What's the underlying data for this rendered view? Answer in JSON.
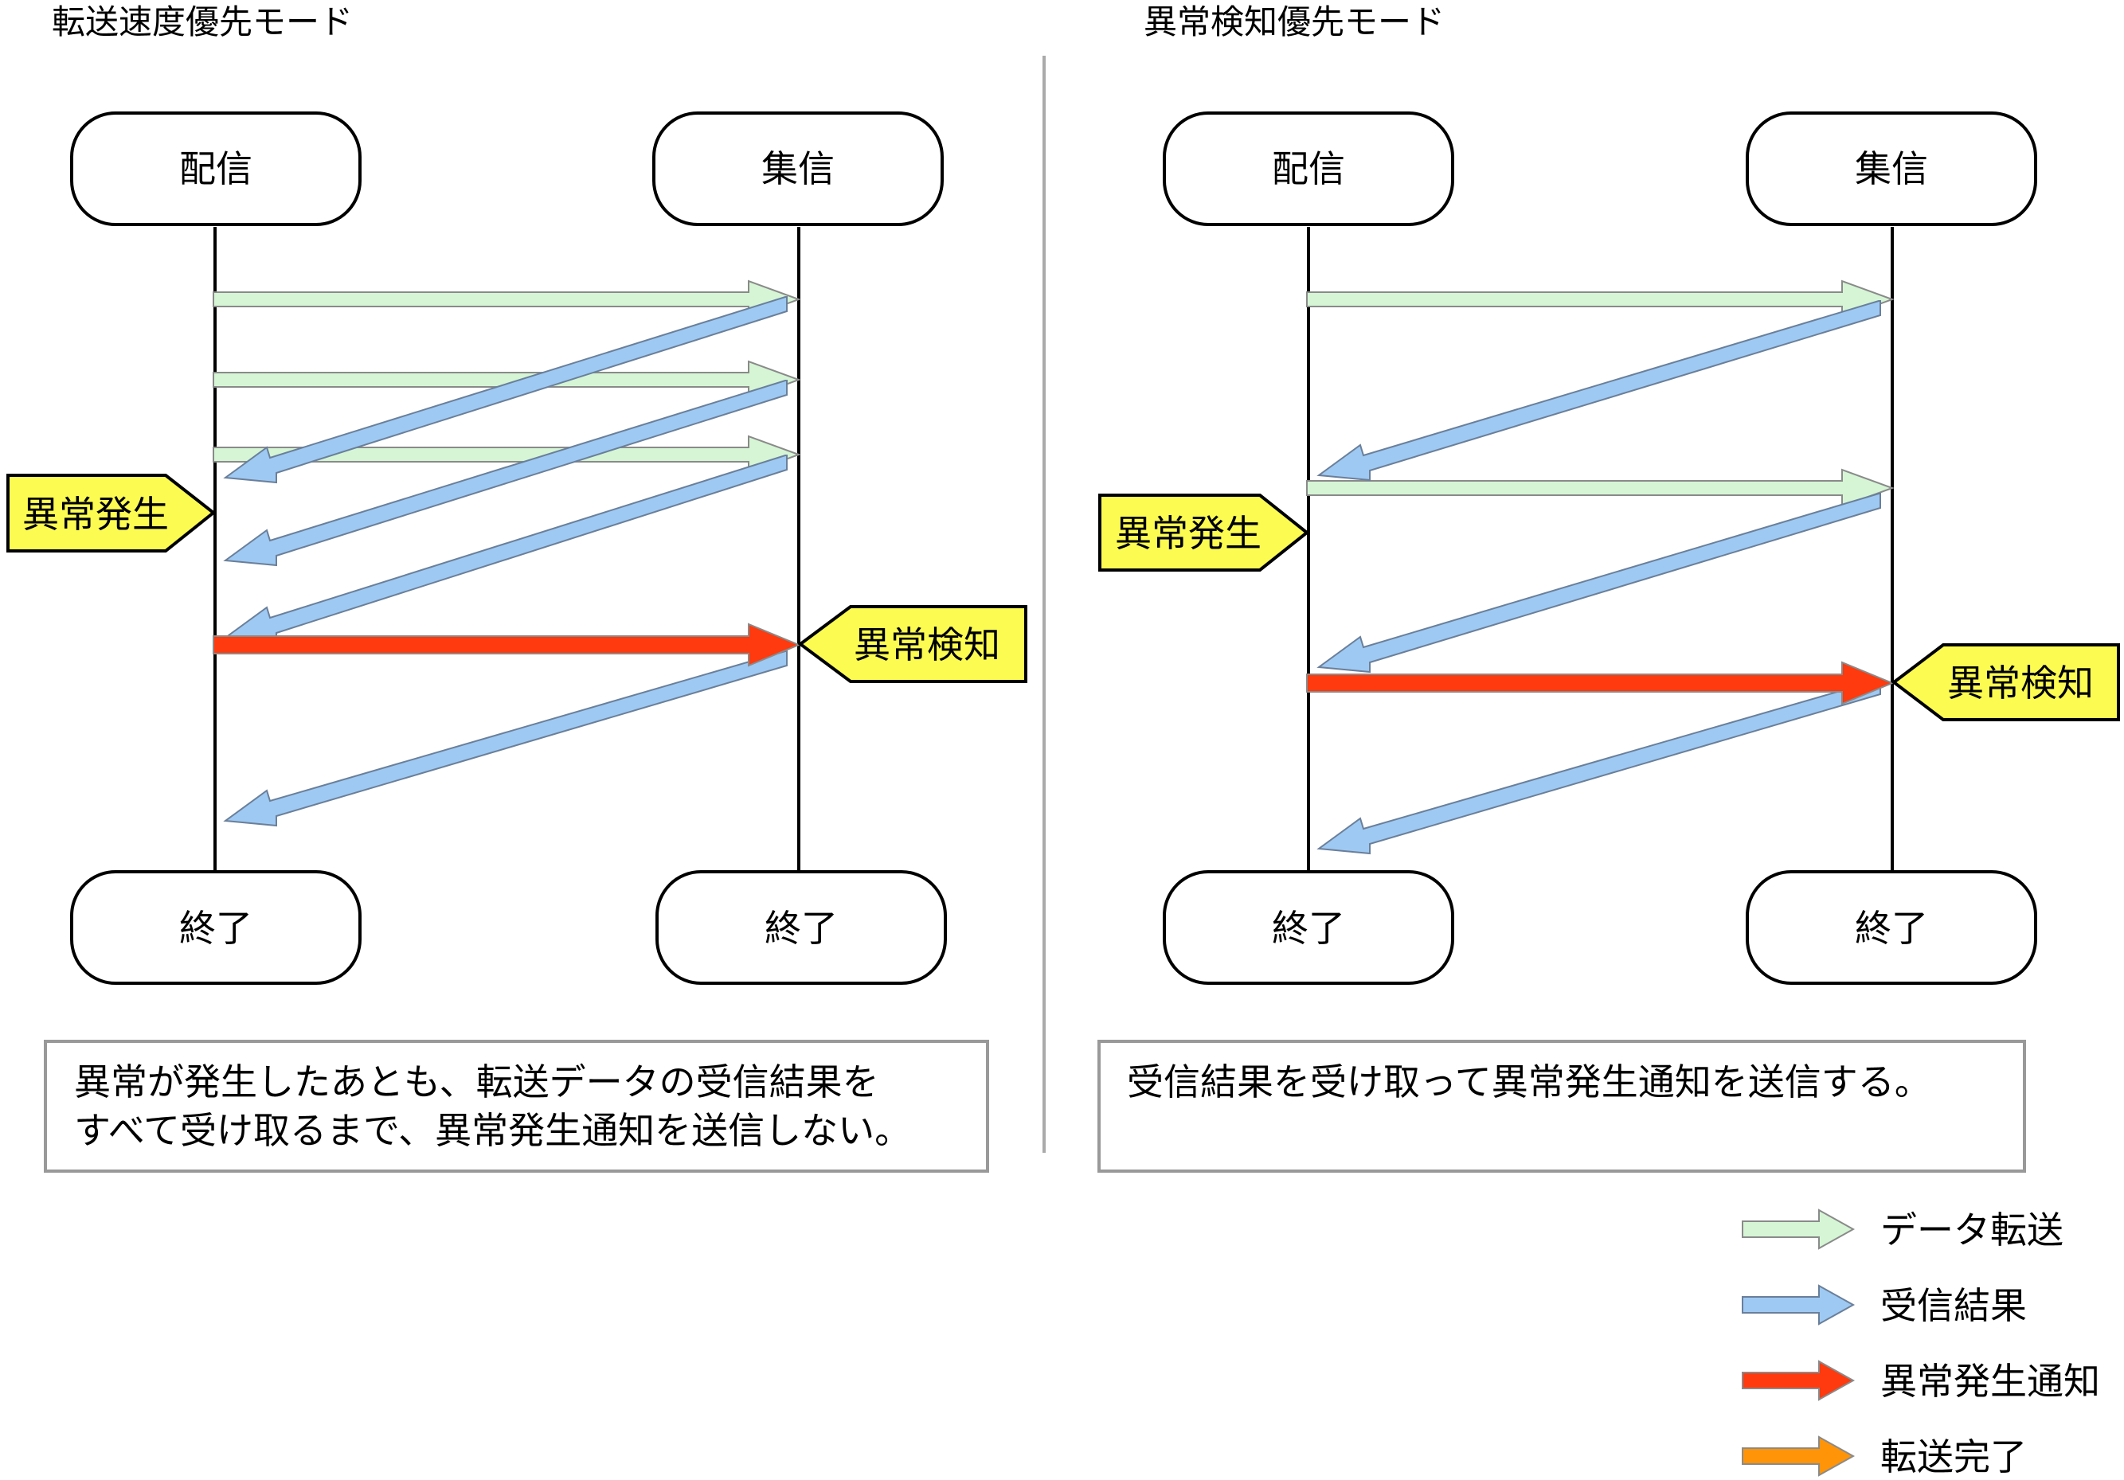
{
  "panels": [
    {
      "id": "left",
      "title": "転送速度優先モード",
      "top_left_node": "配信",
      "top_right_node": "集信",
      "bottom_left_node": "終了",
      "bottom_right_node": "終了",
      "occurrence_label": "異常発生",
      "detection_label": "異常検知",
      "note_line1": "異常が発生したあとも、転送データの受信結果を",
      "note_line2": "すべて受け取るまで、異常発生通知を送信しない。"
    },
    {
      "id": "right",
      "title": "異常検知優先モード",
      "top_left_node": "配信",
      "top_right_node": "集信",
      "bottom_left_node": "終了",
      "bottom_right_node": "終了",
      "occurrence_label": "異常発生",
      "detection_label": "異常検知",
      "note_line1": "受信結果を受け取って異常発生通知を送信する。"
    }
  ],
  "legend": [
    {
      "label": "データ転送",
      "color": "#d5f5d5"
    },
    {
      "label": "受信結果",
      "color": "#9ec9f2"
    },
    {
      "label": "異常発生通知",
      "color": "#ff3a0e"
    },
    {
      "label": "転送完了",
      "color": "#ff9408"
    }
  ],
  "colors": {
    "data": "#d5f5d5",
    "result": "#9ec9f2",
    "alert": "#ff3a0e",
    "complete": "#ff9408",
    "tag": "#fbfb52",
    "divider": "#aaaaaa",
    "note_border": "#999999"
  }
}
